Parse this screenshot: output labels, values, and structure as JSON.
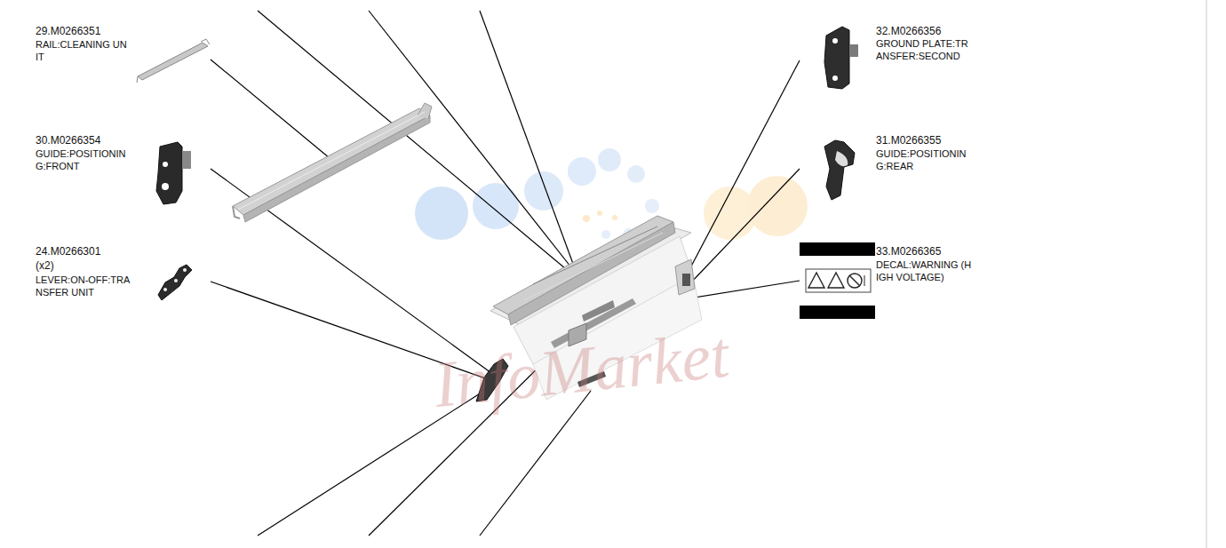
{
  "diagram": {
    "labels": [
      "29.M0266351",
      "RAIL:CLEANING UNIT",
      "30.M0266354",
      "GUIDE:POSITIONING:FRONT",
      "24.M0266301",
      "(x2)",
      "LEVER:ON-OFF:TRANSFER UNIT",
      "32.M0266356",
      "GROUND PLATE:TRANSFER:SECOND",
      "31.M0266355",
      "GUIDE:POSITIONING:REAR",
      "33.M0266365",
      "DECAL:WARNING (HIGH VOLTAGE)",
      "InfoMarket"
    ]
  }
}
